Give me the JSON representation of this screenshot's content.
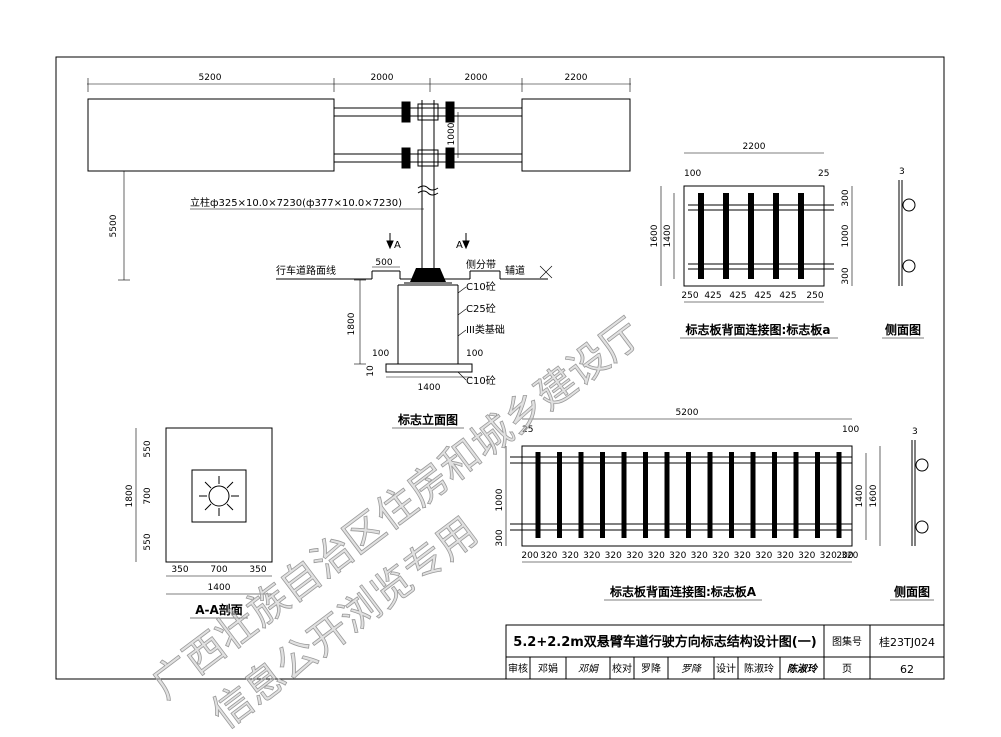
{
  "dims": {
    "top_5200": "5200",
    "top_2000a": "2000",
    "top_2000b": "2000",
    "top_2200": "2200",
    "v_5500": "5500",
    "v_1000": "1000",
    "d_500": "500",
    "v_1800": "1800",
    "d_100a": "100",
    "d_100b": "100",
    "d_10": "10",
    "d_1400": "1400",
    "a_2200": "2200",
    "a_100": "100",
    "a_25": "25",
    "a_1600": "1600",
    "a_1400": "1400",
    "a_300t": "300",
    "a_1000": "1000",
    "a_300b": "300",
    "a_bottom": [
      "250",
      "425",
      "425",
      "425",
      "425",
      "250"
    ],
    "side_3a": "3",
    "side_3b": "3",
    "b_5200": "5200",
    "b_25": "25",
    "b_100": "100",
    "b_1400": "1400",
    "b_1600": "1600",
    "b_1000": "1000",
    "b_300": "300",
    "b_bottom": [
      "200",
      "320",
      "320",
      "320",
      "320",
      "320",
      "320",
      "320",
      "320",
      "320",
      "320",
      "320",
      "320",
      "320",
      "320",
      "320",
      "200"
    ],
    "aa_550a": "550",
    "aa_700": "700",
    "aa_550b": "550",
    "aa_1800": "1800",
    "aa_350a": "350",
    "aa_700b": "700",
    "aa_350b": "350",
    "aa_1400": "1400"
  },
  "labels": {
    "column": "立柱ф325×10.0×7230(ф377×10.0×7230)",
    "road_line": "行车道路面线",
    "median": "侧分带",
    "aux_road": "辅道",
    "c10_top": "C10砼",
    "c25": "C25砼",
    "base": "III类基础",
    "c10_bottom": "C10砼",
    "section_a": "A",
    "section_a2": "A"
  },
  "titles": {
    "elevation": "标志立面图",
    "back_a": "标志板背面连接图:标志板a",
    "side_a": "侧面图",
    "back_big_a": "标志板背面连接图:标志板A",
    "side_big_a": "侧面图",
    "aa_section": "A-A剖面"
  },
  "title_block": {
    "title": "5.2+2.2m双悬臂车道行驶方向标志结构设计图(一)",
    "atlas_label": "图集号",
    "atlas_no": "桂23TJ024",
    "review_label": "审核",
    "review_name": "邓娟",
    "review_sign": "邓娟",
    "check_label": "校对",
    "check_name": "罗降",
    "check_sign": "罗降",
    "design_label": "设计",
    "design_name": "陈淑玲",
    "design_sign": "陈淑玲",
    "page_label": "页",
    "page_no": "62"
  },
  "watermark": {
    "line1": "广西壮族自治区住房和城乡建设厅",
    "line2": "信息公开浏览专用"
  }
}
